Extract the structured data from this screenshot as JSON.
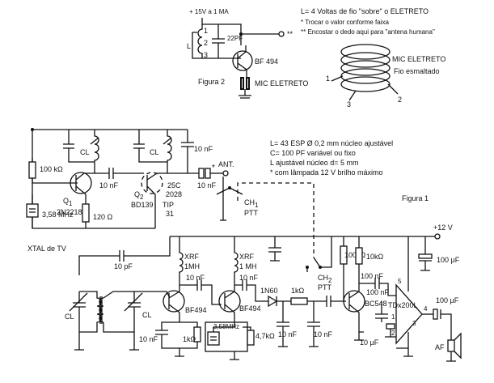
{
  "figure2": {
    "title": "Figura 2",
    "supply": "+ 15V a 1 MA",
    "pins": [
      "1",
      "2",
      "3"
    ],
    "coil": "L",
    "cap": "22PF",
    "output": "**",
    "transistor": "BF 494",
    "mic": "MIC ELETRETO"
  },
  "notes": {
    "line1": "L= 4 Voltas de fio \"sobre\" o ELETRETO",
    "line2": "* Trocar o valor  conforme faixa",
    "line3": "** Encostar  o dedo aqui para \"antena humana\""
  },
  "coil_drawing": {
    "mic": "MIC ELETRETO",
    "wire": "Fio esmaltado",
    "n1": "1",
    "n2": "2",
    "n3": "3"
  },
  "specs": {
    "line1": "L= 43 ESP Ø 0,2 mm núcleo ajustável",
    "line2": "C= 100 PF variável ou fixo",
    "line3": "L ajustável núcleo d= 5 mm",
    "line4": "* com lâmpada 12 V brilho máximo"
  },
  "figure1": {
    "title": "Figura 1",
    "supply": "+12 V",
    "cl": "CL",
    "r100k": "100 kΩ",
    "q1": "Q",
    "q1_sub": "1",
    "q1_part": "2N2218",
    "q2": "Q",
    "q2_sub": "2",
    "q2_part": "BD139",
    "q2_alt_part": "25C",
    "q2_alt_num": "2028",
    "tip": "TIP",
    "tip_num": "31",
    "c10nf": "10 nF",
    "c10nf_b": "10 nF",
    "star": "*",
    "ant": "ANT.",
    "ch1": "CH",
    "ch1_sub": "1",
    "ptt": "PTT",
    "crystal": "3,58 MHz",
    "r120": "120 Ω",
    "xtal": "XTAL de TV",
    "c10pf": "10 pF",
    "xrf": "XRF",
    "mh": "1MH",
    "mh2": "1 MH",
    "bf494": "BF494",
    "crystal2": "3,58MHz",
    "r1k": "1kΩ",
    "r47k": "4,7kΩ",
    "diode": "1N60",
    "r1k_b": "1kΩ",
    "ch2": "CH",
    "ch2_sub": "2",
    "ptt2": "PTT",
    "r100k_b": "100kΩ",
    "r10k": "10kΩ",
    "c100nf": "100 nF",
    "c100nf_b": "100 nF",
    "bc548": "BC548",
    "tda": "TDx200L",
    "c100uf": "100 µF",
    "c100uf_b": "100 µF",
    "c10uf": "10 µF",
    "af": "AF",
    "pin5": "5",
    "pin4": "4",
    "pin3": "3",
    "pin1": "1",
    "pin2": "2"
  }
}
